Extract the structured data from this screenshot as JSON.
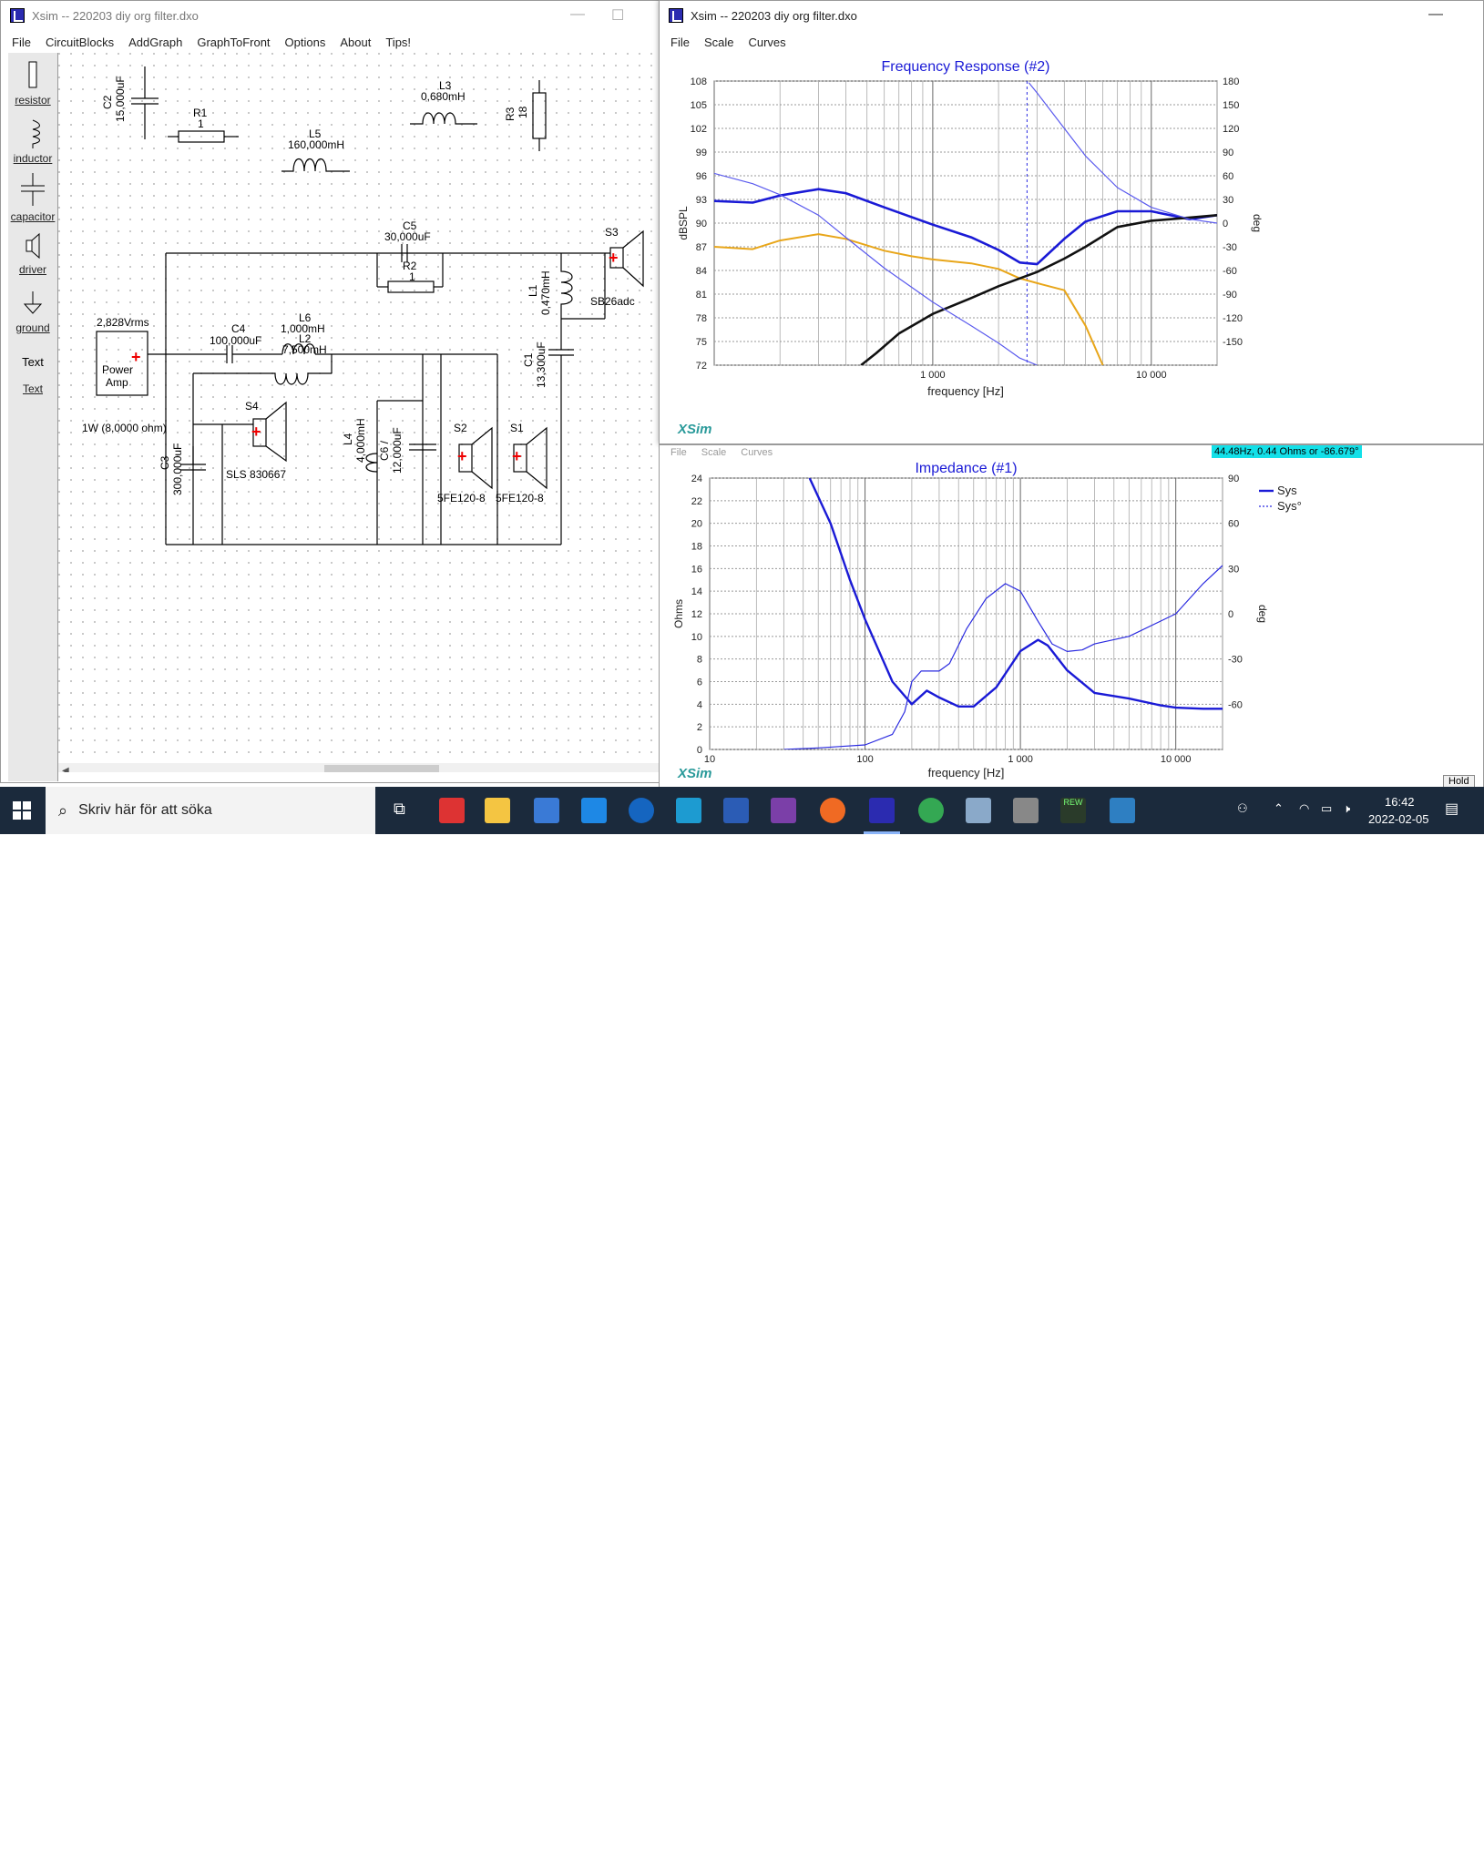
{
  "schematic_window": {
    "title": "Xsim -- 220203 diy org filter.dxo",
    "menu": [
      "File",
      "CircuitBlocks",
      "AddGraph",
      "GraphToFront",
      "Options",
      "About",
      "Tips!"
    ]
  },
  "toolbox": [
    "resistor",
    "inductor",
    "capacitor",
    "driver",
    "ground",
    "Text",
    "Text"
  ],
  "components": {
    "c2": [
      "C2",
      "15,000uF"
    ],
    "r1": [
      "R1",
      "1"
    ],
    "l5": [
      "L5",
      "160,000mH"
    ],
    "l3": [
      "L3",
      "0,680mH"
    ],
    "r3": [
      "R3",
      "18"
    ],
    "c5": [
      "C5",
      "30,000uF"
    ],
    "r2": [
      "R2",
      "1"
    ],
    "s3": [
      "S3",
      "SB26adc"
    ],
    "l1": [
      "L1",
      "0,470mH"
    ],
    "c4": [
      "C4",
      "100,000uF"
    ],
    "l6": [
      "L6",
      "1,000mH"
    ],
    "l2": [
      "L2",
      "7,500mH"
    ],
    "c1": [
      "C1",
      "13,300uF"
    ],
    "amp": [
      "2,828Vrms",
      "Power",
      "Amp",
      "1W (8,0000 ohm)"
    ],
    "s4": [
      "S4",
      "SLS 830667"
    ],
    "c3": [
      "C3",
      "300,000uF"
    ],
    "l4": [
      "L4",
      "4,000mH"
    ],
    "c6": [
      "C6 /",
      "12,000uF"
    ],
    "s2": [
      "S2",
      "5FE120-8"
    ],
    "s1": [
      "S1",
      "5FE120-8"
    ]
  },
  "freq_window": {
    "title": "Xsim -- 220203 diy org filter.dxo",
    "menu": [
      "File",
      "Scale",
      "Curves"
    ]
  },
  "imp_window": {
    "menu": [
      "File",
      "Scale",
      "Curves"
    ],
    "hold_label": "Hold",
    "tooltip": "44.48Hz, 0.44 Ohms or -86.679°"
  },
  "chart_data": [
    {
      "type": "line",
      "title": "Frequency Response (#2)",
      "xlabel": "frequency [Hz]",
      "ylabel": "dBSPL",
      "y2label": "deg",
      "x_scale": "log",
      "xlim": [
        100,
        20000
      ],
      "x_tick_labels": [
        {
          "v": 1000,
          "t": "1 000"
        },
        {
          "v": 10000,
          "t": "10 000"
        }
      ],
      "ylim": [
        72,
        108
      ],
      "y_ticks": [
        72,
        75,
        78,
        81,
        84,
        87,
        90,
        93,
        96,
        99,
        102,
        105,
        108
      ],
      "y2lim": [
        -180,
        180
      ],
      "y2_ticks": [
        -150,
        -120,
        -90,
        -60,
        -30,
        0,
        30,
        60,
        90,
        120,
        150,
        180
      ],
      "brand": "XSim",
      "cursor_x": 2700,
      "series": [
        {
          "color": "#1a1ad6",
          "width": 2.6,
          "axis": "left",
          "x": [
            100,
            150,
            200,
            300,
            400,
            600,
            1000,
            1500,
            2000,
            2500,
            3000,
            4000,
            5000,
            7000,
            10000,
            15000,
            20000
          ],
          "y": [
            92.8,
            92.6,
            93.5,
            94.3,
            93.8,
            92.0,
            89.8,
            88.2,
            86.6,
            85.0,
            84.8,
            88.0,
            90.2,
            91.5,
            91.5,
            90.5,
            91.0
          ]
        },
        {
          "color": "#e8a61a",
          "width": 2.0,
          "axis": "left",
          "x": [
            100,
            150,
            200,
            300,
            400,
            600,
            800,
            1000,
            1500,
            2000,
            2500,
            3000,
            4000,
            5000,
            6000
          ],
          "y": [
            87.0,
            86.7,
            87.8,
            88.6,
            88.0,
            86.5,
            85.8,
            85.4,
            84.9,
            84.2,
            83.0,
            82.4,
            81.5,
            77.0,
            72.0
          ]
        },
        {
          "color": "#111111",
          "width": 2.6,
          "axis": "left",
          "x": [
            470,
            550,
            700,
            1000,
            1500,
            2000,
            3000,
            4000,
            5000,
            7000,
            10000,
            15000,
            20000
          ],
          "y": [
            72.0,
            73.5,
            76.0,
            78.5,
            80.5,
            82.0,
            83.8,
            85.5,
            87.0,
            89.5,
            90.3,
            90.7,
            91.0
          ]
        },
        {
          "color": "#5a5aee",
          "width": 1.2,
          "axis": "left",
          "x": [
            100,
            150,
            200,
            300,
            400,
            600,
            1000,
            1500,
            2000,
            2500,
            3000
          ],
          "y": [
            96.3,
            95.0,
            93.6,
            91.0,
            88.2,
            84.3,
            80.0,
            77.0,
            74.8,
            72.9,
            72.0
          ]
        },
        {
          "color": "#5a5aee",
          "width": 1.2,
          "axis": "right",
          "x": [
            2750,
            3000,
            4000,
            5000,
            7000,
            10000,
            15000,
            20000
          ],
          "y": [
            178,
            165,
            120,
            85,
            45,
            20,
            5,
            0
          ]
        }
      ]
    },
    {
      "type": "line",
      "title": "Impedance (#1)",
      "xlabel": "frequency [Hz]",
      "ylabel": "Ohms",
      "y2label": "deg",
      "x_scale": "log",
      "xlim": [
        10,
        20000
      ],
      "x_tick_labels": [
        {
          "v": 10,
          "t": "10"
        },
        {
          "v": 100,
          "t": "100"
        },
        {
          "v": 1000,
          "t": "1 000"
        },
        {
          "v": 10000,
          "t": "10 000"
        }
      ],
      "ylim": [
        0,
        24
      ],
      "y_ticks": [
        0,
        2,
        4,
        6,
        8,
        10,
        12,
        14,
        16,
        18,
        20,
        22,
        24
      ],
      "y2lim": [
        -90,
        90
      ],
      "y2_ticks": [
        -60,
        -30,
        0,
        30,
        60,
        90
      ],
      "brand": "XSim",
      "legend": [
        "Sys",
        "Sys°"
      ],
      "series": [
        {
          "name": "Sys",
          "color": "#1a1ad6",
          "width": 2.4,
          "axis": "left",
          "x": [
            44,
            60,
            80,
            100,
            150,
            200,
            250,
            300,
            400,
            500,
            700,
            1000,
            1300,
            1500,
            2000,
            3000,
            5000,
            8000,
            10000,
            15000,
            20000
          ],
          "y": [
            24,
            20,
            15,
            11.5,
            6.0,
            4.0,
            5.2,
            4.6,
            3.8,
            3.8,
            5.5,
            8.7,
            9.7,
            9.2,
            7.0,
            5.0,
            4.5,
            3.9,
            3.7,
            3.6,
            3.6
          ]
        },
        {
          "name": "Sys°",
          "color": "#2a2ae0",
          "width": 1.2,
          "axis": "right",
          "x": [
            30,
            50,
            70,
            100,
            150,
            180,
            200,
            230,
            300,
            350,
            450,
            600,
            800,
            1000,
            1300,
            1600,
            2000,
            2500,
            3000,
            5000,
            10000,
            15000,
            20000
          ],
          "y": [
            -90,
            -89,
            -88,
            -87,
            -80,
            -65,
            -45,
            -38,
            -38,
            -33,
            -10,
            10,
            20,
            15,
            -5,
            -20,
            -25,
            -24,
            -20,
            -15,
            0,
            20,
            32
          ]
        }
      ]
    }
  ],
  "taskbar": {
    "search_placeholder": "Skriv här för att söka",
    "time": "16:42",
    "date": "2022-02-05",
    "rew_label": "REW"
  }
}
